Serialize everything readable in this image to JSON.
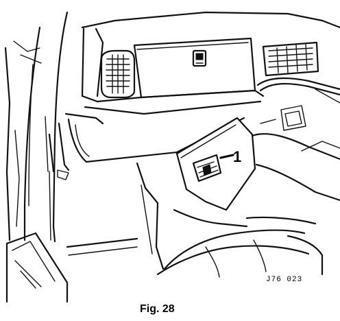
{
  "figure": {
    "callout_number": "1",
    "reference_code": "J76 023",
    "caption": "Fig. 28"
  }
}
